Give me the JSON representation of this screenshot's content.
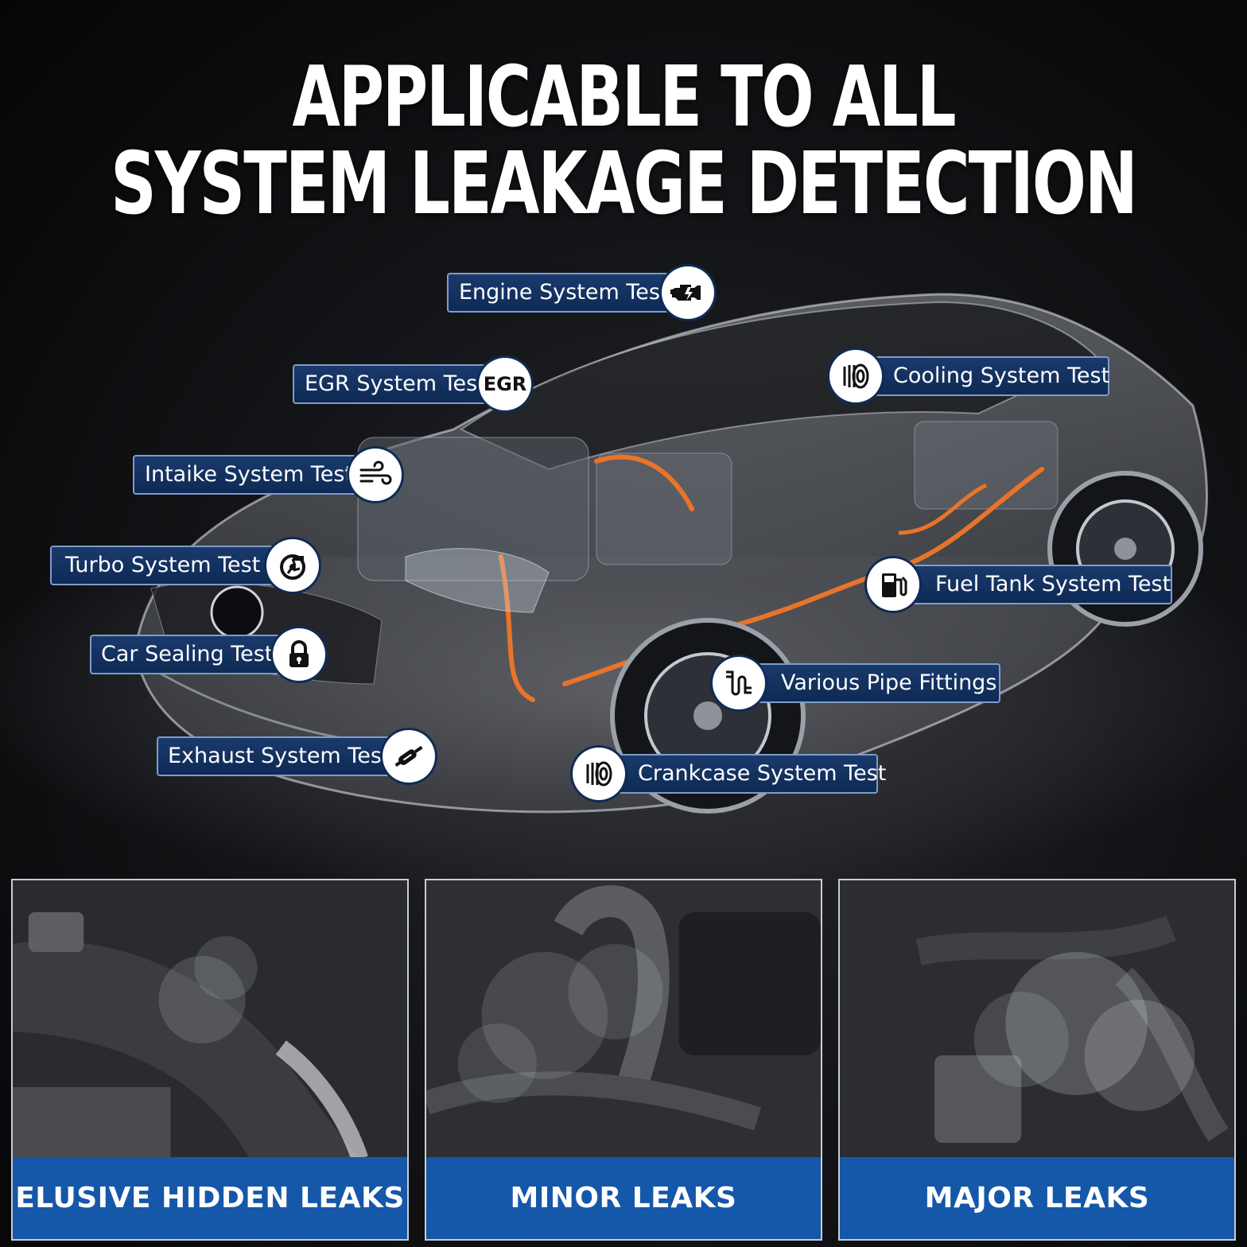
{
  "title": {
    "line1": "APPLICABLE TO ALL",
    "line2": "SYSTEM LEAKAGE DETECTION"
  },
  "labels": {
    "engine": "Engine System Test",
    "egr": "EGR System Test",
    "egr_badge": "EGR",
    "intake": "Intaike System Test",
    "turbo": "Turbo System Test",
    "sealing": "Car Sealing Test",
    "exhaust": "Exhaust System Test",
    "cooling": "Cooling System Test",
    "fuel": "Fuel Tank System Test",
    "pipe": "Various Pipe Fittings",
    "crankcase": "Crankcase System Test"
  },
  "panels": {
    "p1": "ELUSIVE HIDDEN LEAKS",
    "p2": "MINOR LEAKS",
    "p3": "MAJOR LEAKS"
  },
  "icons": [
    "engine-icon",
    "egr-icon",
    "wind-icon",
    "turbo-icon",
    "lock-icon",
    "exhaust-icon",
    "cooling-icon",
    "fuel-pump-icon",
    "pipe-icon",
    "crankcase-icon"
  ],
  "colors": {
    "label_bg": "#0e2a55",
    "caption_bg": "#1557a8",
    "accent_orange": "#e8742a"
  }
}
